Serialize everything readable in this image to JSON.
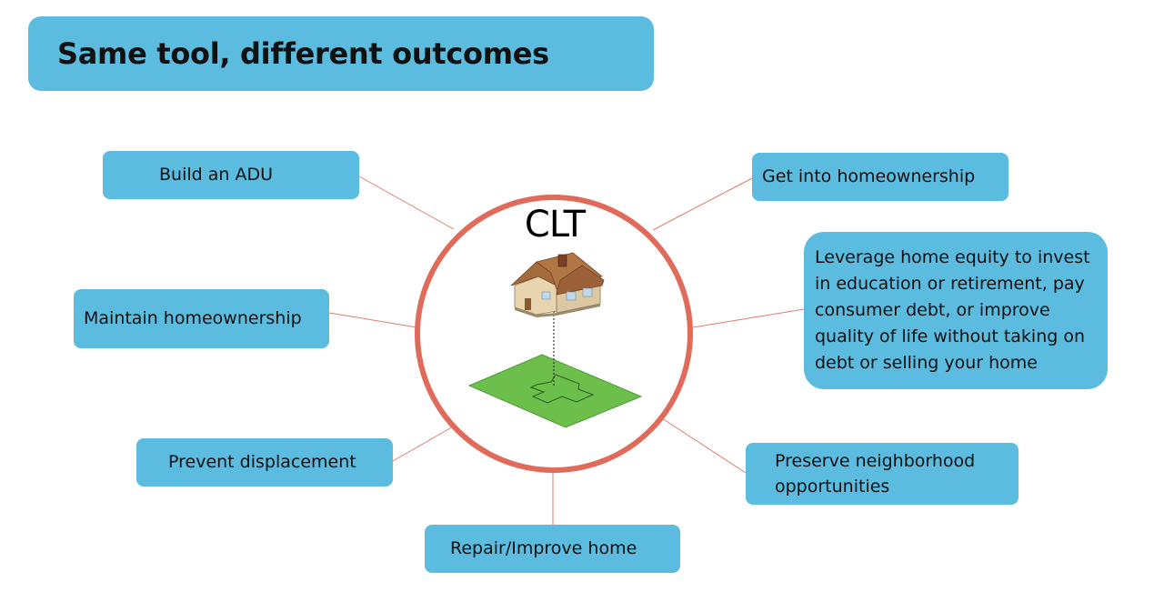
{
  "title": "Same tool, different outcomes",
  "center": {
    "label": "CLT",
    "ring_color": "#E06B5A",
    "lot_color": "#6BBF4A",
    "house_icon": "house-icon",
    "lot_icon": "land-lot-icon"
  },
  "outcomes": {
    "build_adu": "Build an ADU",
    "get_into_homeownership": "Get into homeownership",
    "maintain_homeownership": "Maintain homeownership",
    "leverage_equity": "Leverage home equity to invest in education or retirement, pay consumer debt, or improve quality of life without taking on debt or selling your home",
    "prevent_displacement": "Prevent displacement",
    "preserve_neighborhood": "Preserve neighborhood opportunities",
    "repair_improve_home": "Repair/Improve home"
  },
  "colors": {
    "box_fill": "#5BBCE0",
    "connector": "#E07A6C"
  }
}
